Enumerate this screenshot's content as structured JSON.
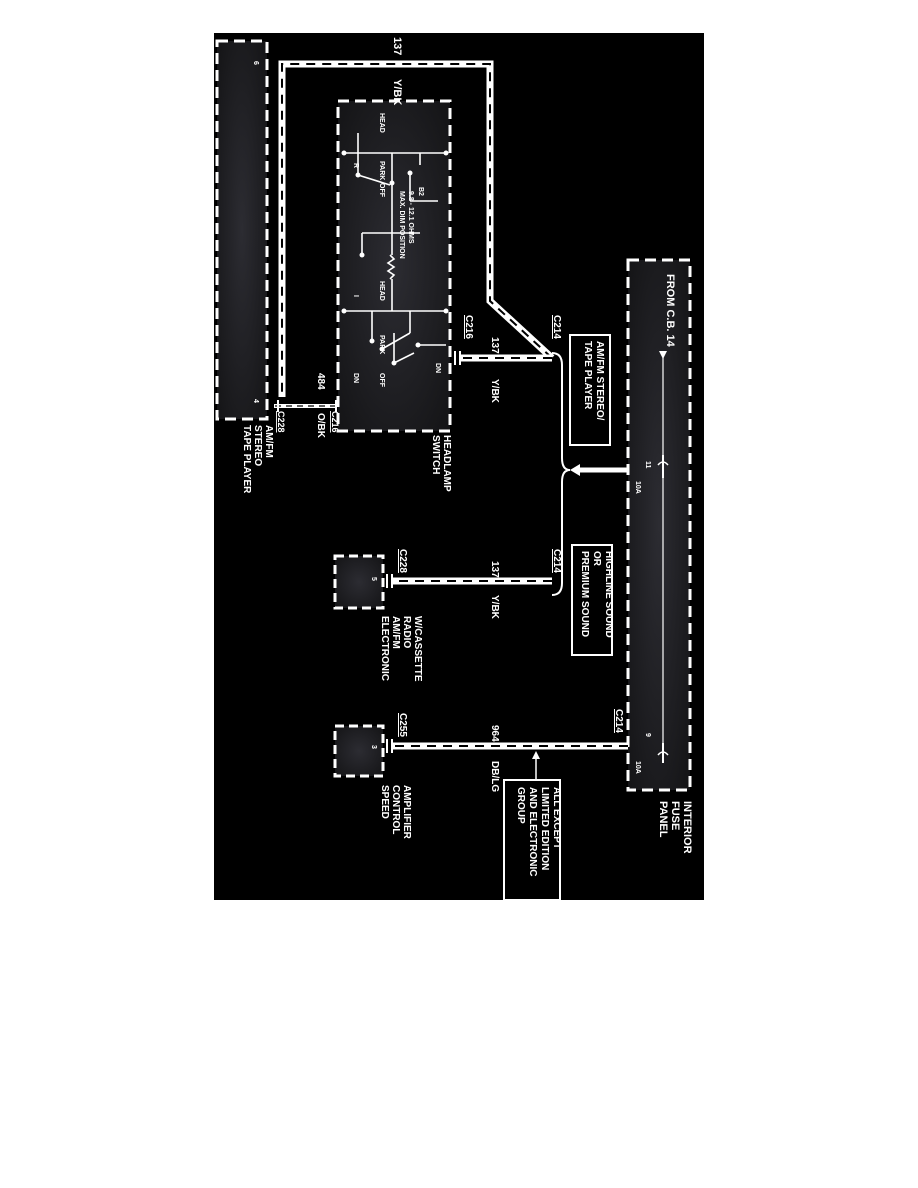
{
  "colors": {
    "background": "#000000",
    "ink": "#ffffff",
    "page": "#ffffff",
    "component_fill": "#1e1e22"
  },
  "fuse_panel": {
    "name": "INTERIOR FUSE PANEL",
    "name_lines": [
      "INTERIOR",
      "FUSE",
      "PANEL"
    ],
    "source": "FROM C.B. 14",
    "connector": "C214",
    "pins": [
      "11",
      "10A",
      "9",
      "10A"
    ]
  },
  "branches": [
    {
      "title": "AM/FM STEREO/ TAPE PLAYER",
      "lines": [
        "AM/FM STEREO/",
        "TAPE PLAYER"
      ]
    },
    {
      "title": "HIGHLINE SOUND OR PREMIUM SOUND",
      "lines": [
        "HIGHLINE SOUND",
        "OR",
        "PREMIUM SOUND"
      ]
    }
  ],
  "note": {
    "text": "ALL EXCEPT LIMITED EDITION AND ELECTRONIC GROUP",
    "lines": [
      "ALL EXCEPT",
      "LIMITED EDITION",
      "AND ELECTRONIC",
      "GROUP"
    ]
  },
  "wires": [
    {
      "circuit": "137",
      "color_code": "Y/BK",
      "from": "C214",
      "to": "C216"
    },
    {
      "circuit": "137",
      "color_code": "Y/BK",
      "from": "C214",
      "to": "C228"
    },
    {
      "circuit": "964",
      "color_code": "DB/LG",
      "from": "C214",
      "to": "C255"
    },
    {
      "circuit": "484",
      "color_code": "O/BK",
      "from": "C216",
      "to": "C228"
    }
  ],
  "components": [
    {
      "name": "AM/FM STEREO TAPE PLAYER",
      "lines": [
        "AM/FM",
        "STEREO",
        "TAPE PLAYER"
      ],
      "connector": "C228",
      "pins": [
        "6",
        "4"
      ]
    },
    {
      "name": "HEADLAMP SWITCH",
      "lines": [
        "HEADLAMP",
        "SWITCH"
      ],
      "connector": "C216"
    },
    {
      "name": "ELECTRONIC AM/FM RADIO W/CASSETTE",
      "lines": [
        "ELECTRONIC",
        "AM/FM",
        "RADIO",
        "W/CASSETTE"
      ],
      "connector": "C228",
      "pin": "5"
    },
    {
      "name": "SPEED CONTROL AMPLIFIER",
      "lines": [
        "SPEED",
        "CONTROL",
        "AMPLIFIER"
      ],
      "connector": "C255",
      "pin": "3"
    }
  ],
  "headlamp_switch": {
    "positions": [
      "HEAD",
      "PARK",
      "OFF"
    ],
    "lamp_labels": [
      "R",
      "I"
    ],
    "dim_labels": [
      "DN",
      "DN"
    ],
    "rheostat": "B2",
    "rheostat_note": "9.8 - 12.1 OHMS MAX. DIM POSITION",
    "rheostat_note_lines": [
      "9.8 - 12.1 OHMS",
      "MAX. DIM POSITION"
    ]
  },
  "labels": {
    "c214_a": "C214",
    "c214_b": "C214",
    "c214_c": "C214",
    "c216_a": "C216",
    "c216_b": "C216",
    "c228_a": "C228",
    "c228_b": "C228",
    "c255": "C255",
    "w137_top": "137",
    "wYBK_top": "Y/BK",
    "w137_a": "137",
    "wYBK_a": "Y/BK",
    "w137_b": "137",
    "wYBK_b": "Y/BK",
    "w964": "964",
    "wDBLG": "DB/LG",
    "w484": "484",
    "wOBK": "O/BK"
  }
}
